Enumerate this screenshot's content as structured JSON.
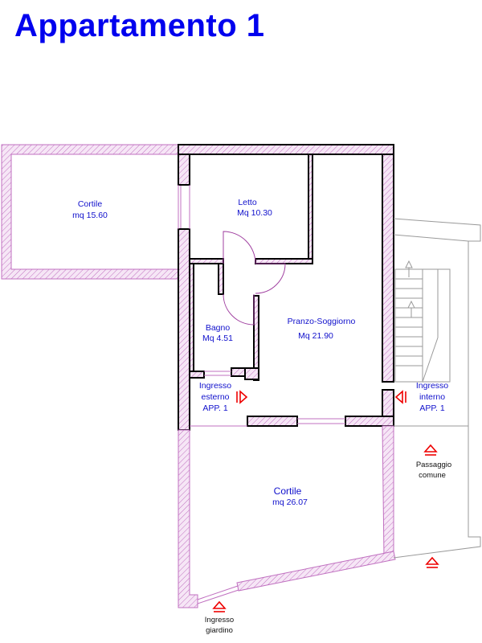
{
  "title": "Appartamento 1",
  "rooms": {
    "cortile_nord": {
      "name": "Cortile",
      "area": "mq 15.60"
    },
    "letto": {
      "name": "Letto",
      "area": "Mq 10.30"
    },
    "bagno": {
      "name": "Bagno",
      "area": "Mq 4.51"
    },
    "pranzo": {
      "name": "Pranzo-Soggiorno",
      "area": "Mq 21.90"
    },
    "cortile_sud": {
      "name": "Cortile",
      "area": "mq 26.07"
    }
  },
  "entrances": {
    "esterno": {
      "line1": "Ingresso",
      "line2": "esterno",
      "line3": "APP. 1"
    },
    "interno": {
      "line1": "Ingresso",
      "line2": "interno",
      "line3": "APP. 1"
    },
    "passaggio": {
      "line1": "Passaggio",
      "line2": "comune"
    },
    "giardino": {
      "line1": "Ingresso",
      "line2": "giardino"
    }
  },
  "colors": {
    "title": "#0000ee",
    "room_label": "#1010cc",
    "wall": "#000000",
    "hatch": "#c070c0",
    "door_arc": "#a040a0",
    "entrance_marker": "#ee0000",
    "stair_lines": "#9a9a9a"
  }
}
